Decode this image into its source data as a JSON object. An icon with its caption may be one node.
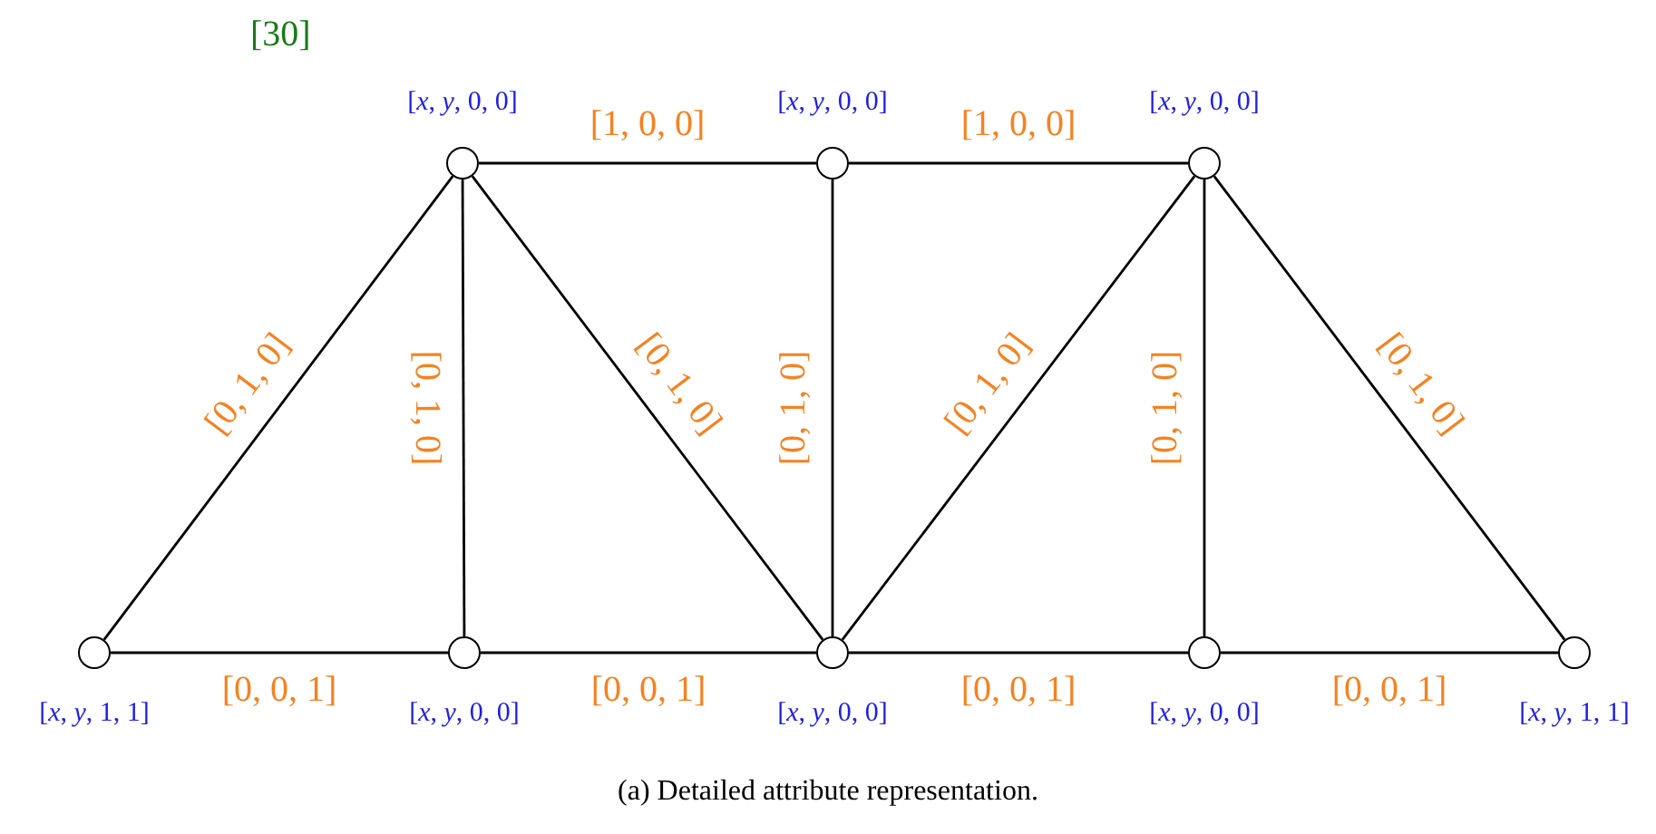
{
  "diagram": {
    "caption": "(a) Detailed attribute representation.",
    "nodes": [
      {
        "text": [],
        "shape": "circle",
        "beside": [
          "[*x*, *y*, 0, 0]"
        ]
      },
      {
        "text": [],
        "shape": "circle",
        "beside": [
          "[*x*, *y*, 0, 0]"
        ]
      },
      {
        "text": [],
        "shape": "circle",
        "beside": [
          "[*x*, *y*, 0, 0]"
        ]
      },
      {
        "text": [],
        "shape": "circle",
        "beside": [
          "[*x*, *y*, 1, 1]"
        ]
      },
      {
        "text": [],
        "shape": "circle",
        "beside": [
          "[*x*, *y*, 0, 0]"
        ]
      },
      {
        "text": [],
        "shape": "circle",
        "beside": [
          "[*x*, *y*, 0, 0]"
        ]
      },
      {
        "text": [],
        "shape": "circle",
        "beside": [
          "[*x*, *y*, 0, 0]"
        ]
      },
      {
        "text": [],
        "shape": "circle",
        "beside": [
          "[*x*, *y*, 1, 1]"
        ]
      }
    ],
    "edges": [
      {
        "from": 0,
        "to": 1,
        "arrow": "none",
        "label": "[1, 0, 0]"
      },
      {
        "from": 1,
        "to": 2,
        "arrow": "none",
        "label": "[1, 0, 0]"
      },
      {
        "from": 3,
        "to": 0,
        "arrow": "none",
        "label": "[0, 1, 0]"
      },
      {
        "from": 4,
        "to": 0,
        "arrow": "none",
        "label": "[0, 1, 0]"
      },
      {
        "from": 0,
        "to": 5,
        "arrow": "none",
        "label": "[0, 1, 0]"
      },
      {
        "from": 5,
        "to": 1,
        "arrow": "none",
        "label": "[0, 1, 0]"
      },
      {
        "from": 5,
        "to": 2,
        "arrow": "none",
        "label": "[0, 1, 0]"
      },
      {
        "from": 6,
        "to": 2,
        "arrow": "none",
        "label": "[0, 1, 0]"
      },
      {
        "from": 2,
        "to": 7,
        "arrow": "none",
        "label": "[0, 1, 0]"
      },
      {
        "from": 3,
        "to": 4,
        "arrow": "none",
        "label": "[0, 0, 1]"
      },
      {
        "from": 4,
        "to": 5,
        "arrow": "none",
        "label": "[0, 0, 1]"
      },
      {
        "from": 5,
        "to": 6,
        "arrow": "none",
        "label": "[0, 0, 1]"
      },
      {
        "from": 6,
        "to": 7,
        "arrow": "none",
        "label": "[0, 0, 1]"
      }
    ],
    "labels": [
      "[30]"
    ]
  }
}
